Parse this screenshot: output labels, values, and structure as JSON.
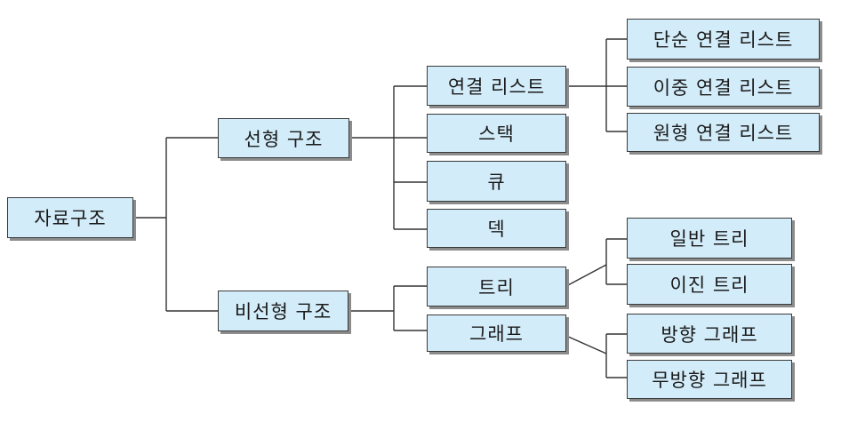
{
  "nodes": {
    "root": "자료구조",
    "linear": "선형 구조",
    "nonlinear": "비선형 구조",
    "linked_list": "연결 리스트",
    "stack": "스택",
    "queue": "큐",
    "deque": "덱",
    "tree": "트리",
    "graph": "그래프",
    "singly_linked": "단순 연결 리스트",
    "doubly_linked": "이중 연결 리스트",
    "circular_linked": "원형 연결 리스트",
    "general_tree": "일반 트리",
    "binary_tree": "이진 트리",
    "directed_graph": "방향 그래프",
    "undirected_graph": "무방향 그래프"
  },
  "colors": {
    "box_fill": "#d3ecf9",
    "box_border": "#3a3a3a",
    "connector": "#333333"
  }
}
